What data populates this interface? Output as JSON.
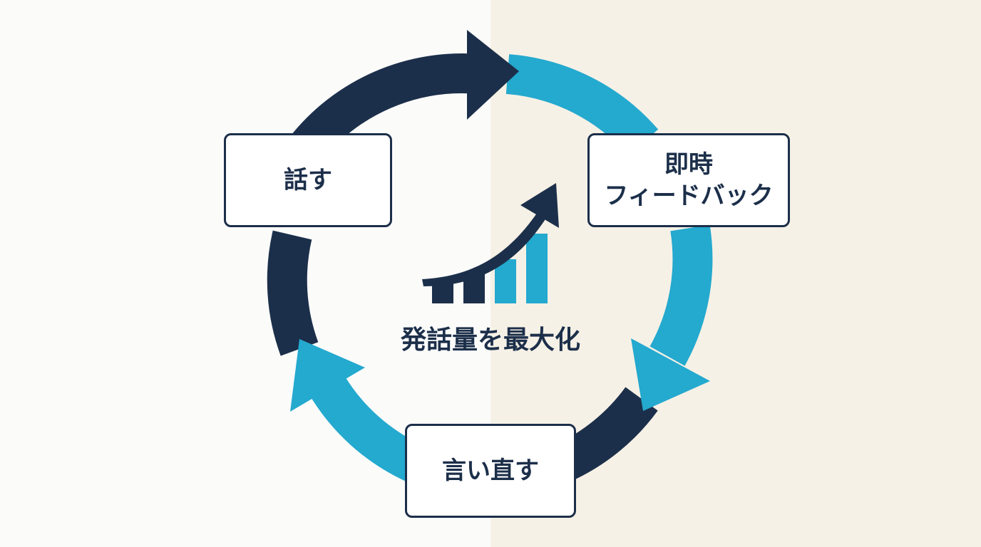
{
  "steps": {
    "speak": "話す",
    "feedback_line1": "即時",
    "feedback_line2": "フィードバック",
    "redo": "言い直す"
  },
  "center": {
    "label": "発話量を最大化"
  },
  "colors": {
    "navy": "#1c2f4a",
    "cyan": "#24a9cf",
    "bg_left": "#fbfbfa",
    "bg_right": "#f6f1e6"
  },
  "icons": {
    "center": "growth-chart-icon"
  }
}
